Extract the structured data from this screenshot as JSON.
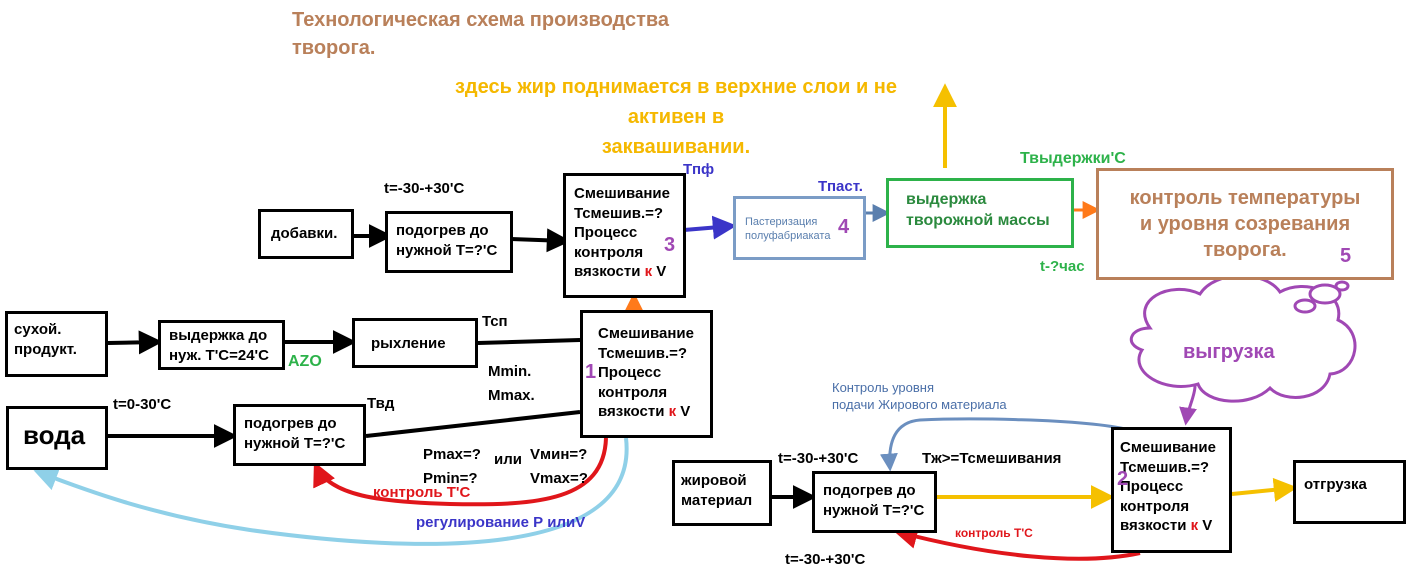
{
  "title": "Технологическая схема  производства\nтворога.",
  "notes": {
    "fat_rises": "здесь жир поднимается  в верхние слои и не\nактивен в\n                  заквашивании."
  },
  "boxes": {
    "additives": "добавки.",
    "heating": "подогрев до\nнужной Т=?'С",
    "mixing_text": "Смешивание\nТсмешив.=?\nПроцесс\nконтроля\nвязкости ",
    "k": "к",
    "v": "V",
    "pasteurization": "Пастеризация\nполуфабриаката",
    "holding_curd": "выдержка\nтворожной массы",
    "control": "контроль температуры\nи уровня созревания\nтворога.",
    "dry_product": "сухой.\n продукт.",
    "holding_dry": "выдержка до\nнуж. Т'С=24'С",
    "loosening": "рыхление",
    "water": "вода",
    "fat_material": "жировой\nматериал",
    "shipment": "отгрузка"
  },
  "numbers": {
    "n1": "1",
    "n2": "2",
    "n3": "3",
    "n4": "4",
    "n5": "5"
  },
  "labels": {
    "t_range_top": "t=-30-+30'С",
    "tpf": "Тпф",
    "tpast": "Тпаст.",
    "t_holding": "Твыдержки'С",
    "t_hours": "t-?час",
    "azo": "AZO",
    "tsp": "Тсп",
    "m_limits": "Mmin.\nMmax.",
    "t_range_water": "t=0-30'С",
    "tvd": "Твд",
    "p_limits": "Pmax=?\nPmin=?",
    "or": "или",
    "v_limits": "Vмин=?\nVmax=?",
    "temp_control": "контроль Т'С",
    "regulation": "регулирование Р илиV",
    "fat_supply_control": "Контроль уровня\n   подачи Жирового материала",
    "t_range_fat_top": "t=-30-+30'С",
    "tzh": "Тж>=Тсмешивания",
    "t_range_fat_bottom": "t=-30-+30'С",
    "unloading": "выгрузка"
  },
  "colors": {
    "title": "#b9805a",
    "note": "#f5b800",
    "green": "#2db24a",
    "blue": "#3b35c8",
    "red": "#e0161b",
    "purple": "#a048b4",
    "light_blue": "#8fd0e8"
  }
}
